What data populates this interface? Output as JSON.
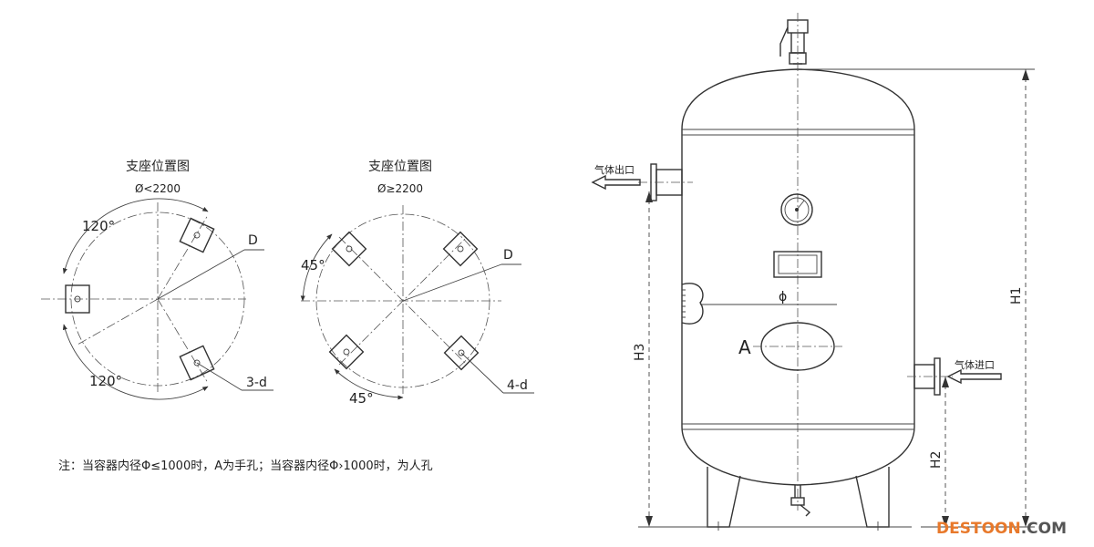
{
  "left_diagram": {
    "title": "支座位置图",
    "subtitle": "Ø<2200",
    "angle_top": "120°",
    "angle_bottom": "120°",
    "diameter_label": "D",
    "support_label": "3-d"
  },
  "middle_diagram": {
    "title": "支座位置图",
    "subtitle": "Ø≥2200",
    "angle_top": "45°",
    "angle_bottom": "45°",
    "diameter_label": "D",
    "support_label": "4-d"
  },
  "note": "注：当容器内径Φ≤1000时，A为手孔；当容器内径Φ›1000时，为人孔",
  "tank": {
    "outlet_label": "气体出口",
    "inlet_label": "气体进口",
    "phi_label": "ϕ",
    "hole_label": "A",
    "dim_h1": "H1",
    "dim_h2": "H2",
    "dim_h3": "H3"
  },
  "watermark": {
    "brand": "DESTOON",
    "suffix": ".COM",
    "brand_color": "#e8792b",
    "suffix_color": "#555555"
  }
}
